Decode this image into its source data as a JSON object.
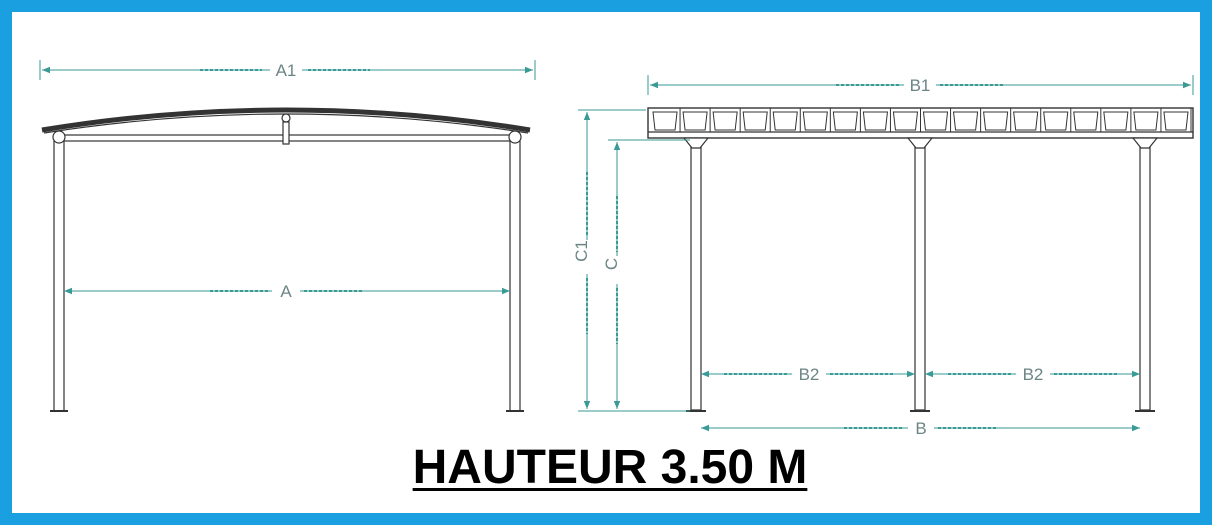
{
  "colors": {
    "border": "#1a9fe0",
    "dimension": "#3a9a96",
    "structure": "#333333",
    "label": "#6b8585"
  },
  "dimensions": {
    "A1": "A1",
    "A": "A",
    "B1": "B1",
    "C1": "C1",
    "C": "C",
    "B2_left": "B2",
    "B2_right": "B2",
    "B": "B"
  },
  "caption": "HAUTEUR 3.50 M"
}
